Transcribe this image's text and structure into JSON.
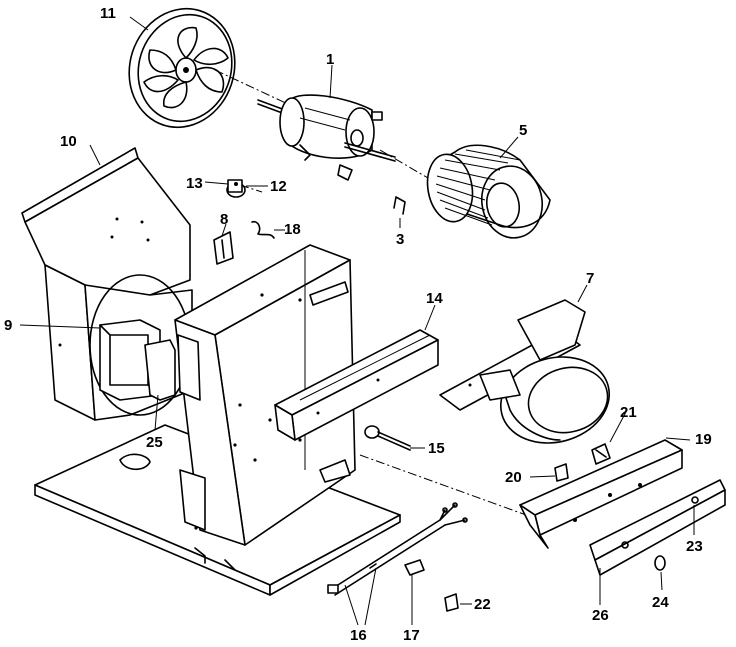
{
  "labels": {
    "p1": "1",
    "p3": "3",
    "p5": "5",
    "p7": "7",
    "p8": "8",
    "p9": "9",
    "p10": "10",
    "p11": "11",
    "p12": "12",
    "p13": "13",
    "p14": "14",
    "p15": "15",
    "p16": "16",
    "p17": "17",
    "p18": "18",
    "p19": "19",
    "p20": "20",
    "p21": "21",
    "p22": "22",
    "p23": "23",
    "p24": "24",
    "p25": "25",
    "p26": "26"
  }
}
